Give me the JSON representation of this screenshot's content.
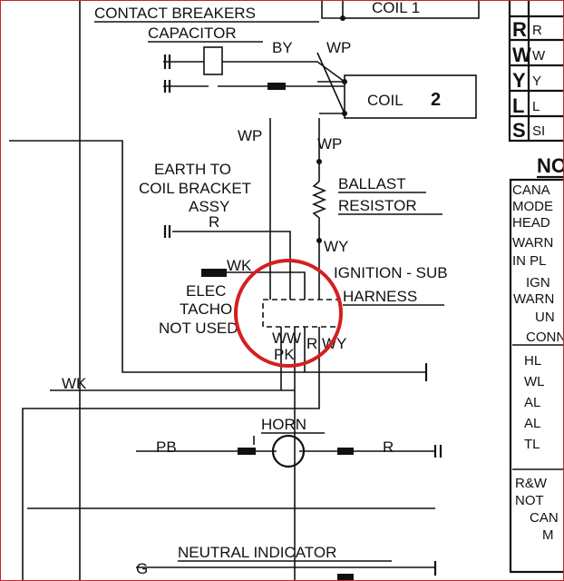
{
  "diagram": {
    "labels": {
      "contact_breakers": "CONTACT BREAKERS",
      "capacitor": "CAPACITOR",
      "by": "BY",
      "wp_top": "WP",
      "coil1": "COIL 1",
      "coil2": "COIL",
      "coil2_num": "2",
      "wp_left": "WP",
      "wp_mid": "WP",
      "earth_1": "EARTH TO",
      "earth_2": "COIL BRACKET",
      "earth_3": "ASSY",
      "r_earth": "R",
      "ballast_1": "BALLAST",
      "ballast_2": "RESISTOR",
      "wy_ballast": "WY",
      "wk_tacho": "WK",
      "ign_1": "IGNITION - SUB",
      "ign_2": "HARNESS",
      "tacho_1": "ELEC",
      "tacho_2": "TACHO",
      "tacho_3": "NOT USED",
      "ww": "WW",
      "pk": "PK",
      "r_conn": "R",
      "wy_conn": "WY",
      "wk_left": "WK",
      "horn": "HORN",
      "pb": "PB",
      "r_horn": "R",
      "neutral": "NEUTRAL INDICATOR",
      "g": "G"
    },
    "colour_key": {
      "rows": [
        {
          "code": "R",
          "name": "R"
        },
        {
          "code": "W",
          "name": "W"
        },
        {
          "code": "Y",
          "name": "Y"
        },
        {
          "code": "L",
          "name": "L"
        },
        {
          "code": "S",
          "name": "SI"
        }
      ]
    },
    "notes": {
      "heading": "NO",
      "lines": [
        "CANA",
        "MODE",
        "HEAD",
        "WARN",
        "IN PL",
        "IGN",
        "WARN",
        "UN",
        "CONN"
      ],
      "codes": [
        "HL",
        "WL",
        "AL",
        "AL",
        "TL"
      ],
      "footer": [
        "R&W",
        "NOT",
        "CAN",
        "M"
      ]
    },
    "highlight_color": "#d42020",
    "frame_color": "#c0282c"
  }
}
